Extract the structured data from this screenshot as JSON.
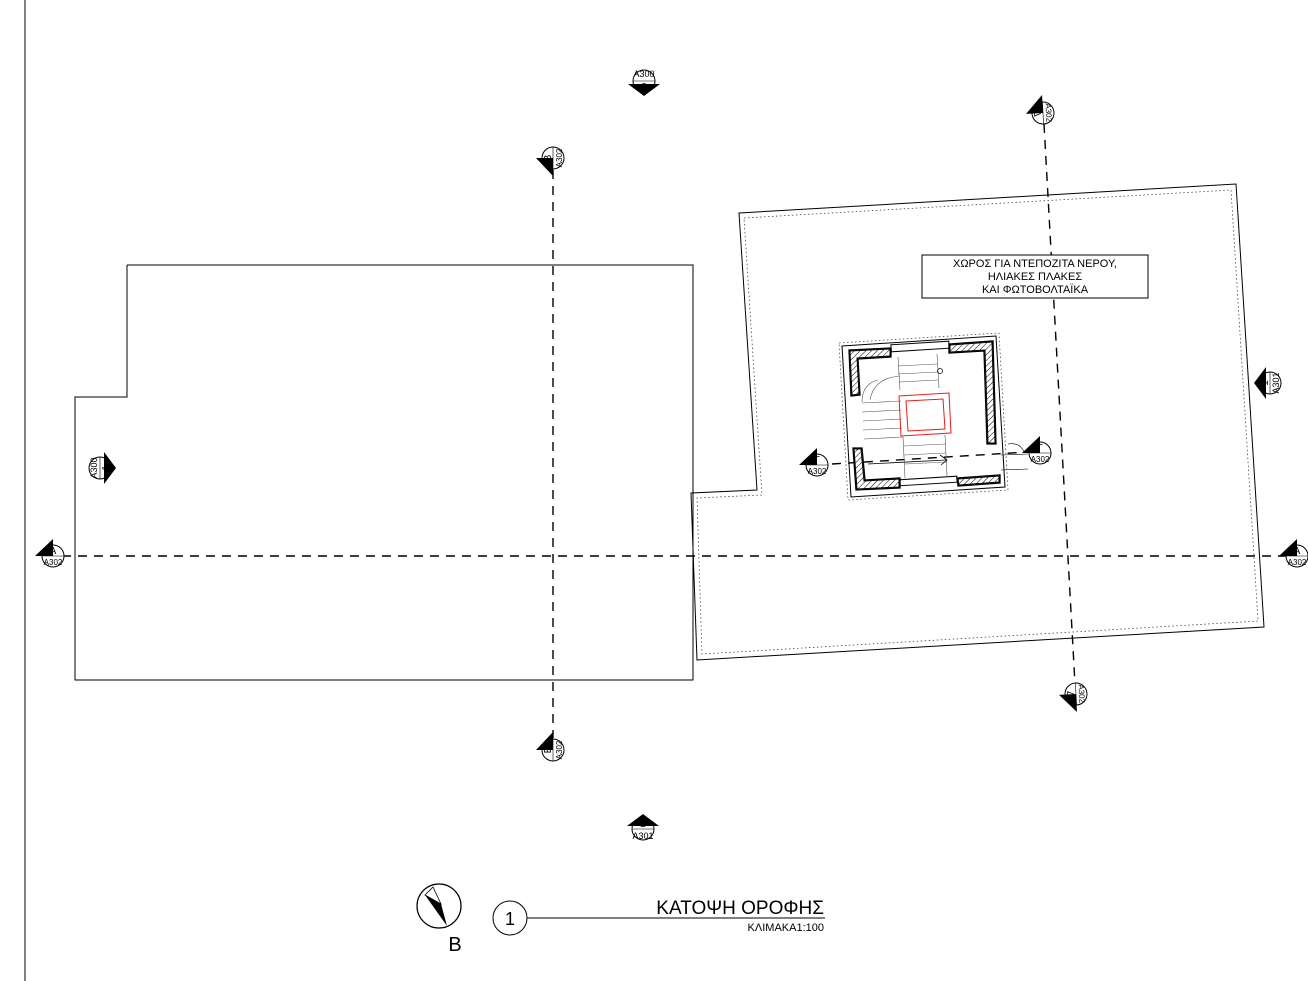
{
  "drawing": {
    "title": "ΚΑΤΟΨΗ ΟΡΟΦΗΣ",
    "scale_label": "ΚΛΙΜΑΚΑ1:100",
    "view_number": "1",
    "north_label": "B"
  },
  "note": {
    "lines": [
      "ΧΩΡΟΣ ΓΙΑ ΝΤΕΠΟΖΙΤΑ ΝΕΡΟΥ,",
      "ΗΛΙΑΚΕΣ ΠΛΑΚΕΣ",
      "ΚΑΙ ΦΩΤΟΒΟΛΤΑΪΚΑ"
    ]
  },
  "markers": {
    "a300_2": {
      "letter": "2",
      "sheet": "A300"
    },
    "a301_2": {
      "letter": "2",
      "sheet": "A301"
    },
    "a300_1": {
      "letter": "1",
      "sheet": "A300"
    },
    "a301_1": {
      "letter": "1",
      "sheet": "A301"
    },
    "a_left": {
      "letter": "A",
      "sheet": "A302"
    },
    "a_right": {
      "letter": "A",
      "sheet": "A302"
    },
    "b_top": {
      "letter": "B",
      "sheet": "A302"
    },
    "b_bottom": {
      "letter": "B",
      "sheet": "A302"
    },
    "g_left": {
      "letter": "Γ",
      "sheet": "A302"
    },
    "g_right": {
      "letter": "Γ",
      "sheet": "A302"
    },
    "d_top": {
      "letter": "Δ",
      "sheet": "A302"
    },
    "d_bottom": {
      "letter": "Δ",
      "sheet": "A302"
    }
  },
  "colors": {
    "line": "#000000",
    "void_outline": "#e02020",
    "background": "#ffffff"
  }
}
